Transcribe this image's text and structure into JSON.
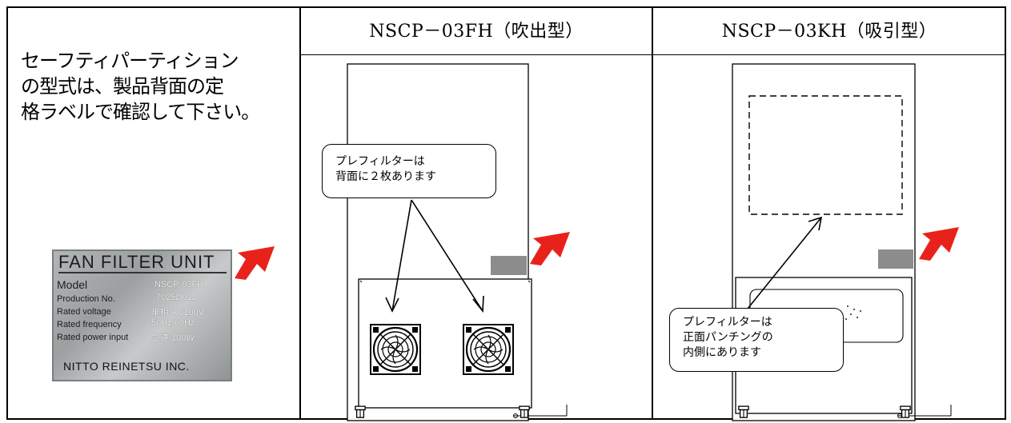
{
  "intro_lines": [
    "セーフティパーティション",
    "の型式は、製品背面の定",
    "格ラベルで確認して下さい。"
  ],
  "columns": [
    {
      "header": "NSCP－03FH（吹出型）"
    },
    {
      "header": "NSCP－03KH（吸引型）"
    }
  ],
  "rating_label": {
    "title": "FAN FILTER UNIT",
    "rows": [
      {
        "label": "Model",
        "value": "NSCP-03FH"
      },
      {
        "label": "Production No.",
        "value": "7025D011"
      },
      {
        "label": "Rated voltage",
        "value": "単相 AC100V"
      },
      {
        "label": "Rated frequency",
        "value": "50Hz/60Hz"
      },
      {
        "label": "Rated power input",
        "value": "急速 100W"
      }
    ],
    "maker": "NITTO REINETSU INC."
  },
  "callouts": {
    "fh": [
      "プレフィルターは",
      "背面に２枚あります"
    ],
    "kh": [
      "プレフィルターは",
      "正面パンチングの",
      "内側にあります"
    ]
  },
  "colors": {
    "arrow": "#e8221b",
    "label_plate": "#8c8c8c",
    "border": "#000000"
  },
  "icons": [
    "fan-icon",
    "red-arrow-icon",
    "caster-icon"
  ]
}
